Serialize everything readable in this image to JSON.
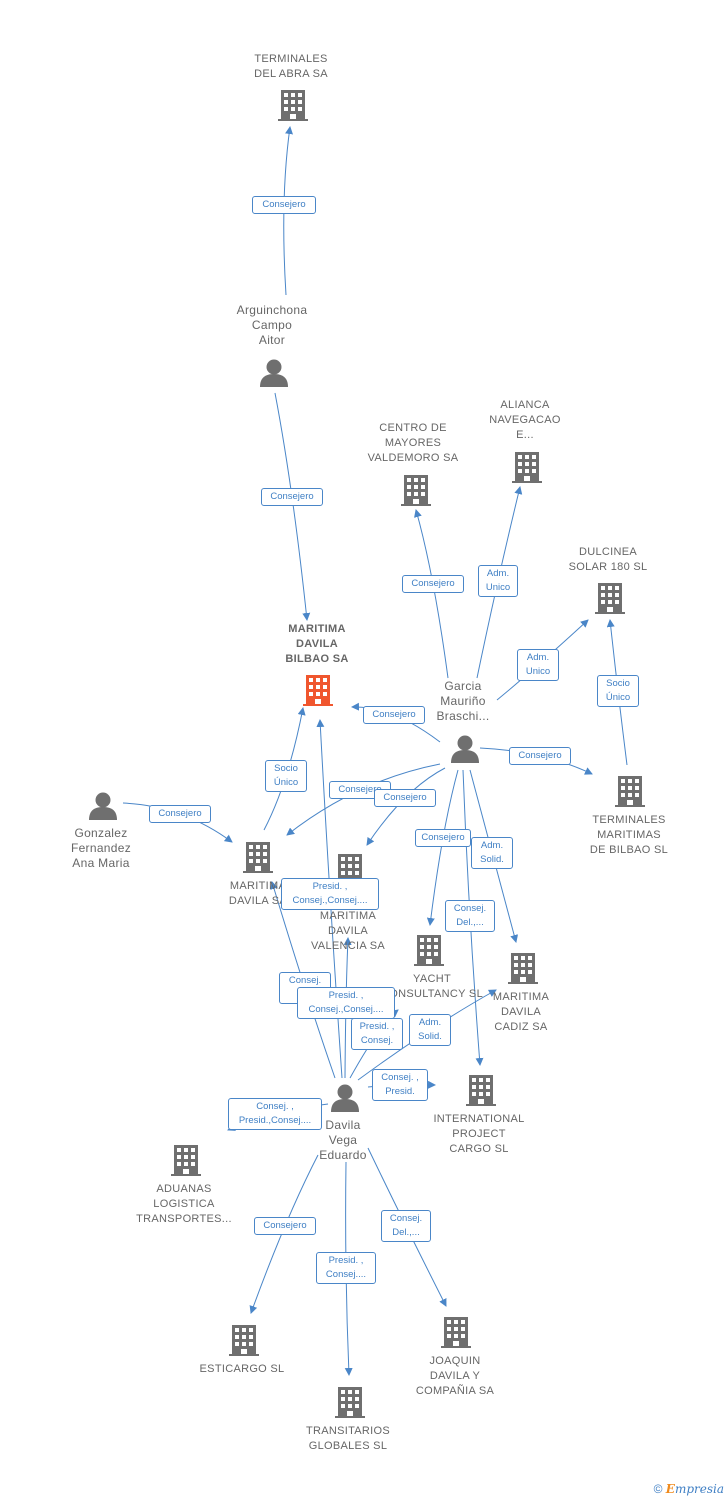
{
  "colors": {
    "company": "#6f6f6f",
    "focus": "#f0562e",
    "person": "#6f6f6f",
    "edge": "#4a86c8"
  },
  "nodes": {
    "terminales_abra": {
      "type": "company",
      "label": "TERMINALES\nDEL ABRA SA"
    },
    "arguinchona": {
      "type": "person",
      "label": "Arguinchona\nCampo\nAitor"
    },
    "centro_mayores": {
      "type": "company",
      "label": "CENTRO DE\nMAYORES\nVALDEMORO SA"
    },
    "alianca": {
      "type": "company",
      "label": "ALIANCA\nNAVEGACAO\nE..."
    },
    "dulcinea": {
      "type": "company",
      "label": "DULCINEA\nSOLAR 180 SL"
    },
    "maritima_bilbao": {
      "type": "focus",
      "label": "MARITIMA\nDAVILA\nBILBAO SA"
    },
    "garcia": {
      "type": "person",
      "label": "Garcia\nMauriño\nBraschi..."
    },
    "terminales_bilbao": {
      "type": "company",
      "label": "TERMINALES\nMARITIMAS\nDE BILBAO SL"
    },
    "gonzalez": {
      "type": "person",
      "label": "Gonzalez\nFernandez\nAna Maria"
    },
    "maritima_davila_sa": {
      "type": "company",
      "label": "MARITIMA\nDAVILA SA"
    },
    "maritima_valencia": {
      "type": "company",
      "label": "MARITIMA\nDAVILA\nVALENCIA SA"
    },
    "yacht": {
      "type": "company",
      "label": "YACHT\nCONSULTANCY SL"
    },
    "maritima_cadiz": {
      "type": "company",
      "label": "MARITIMA\nDAVILA\nCADIZ SA"
    },
    "international": {
      "type": "company",
      "label": "INTERNATIONAL\nPROJECT\nCARGO SL"
    },
    "davila": {
      "type": "person",
      "label": "Davila\nVega\nEduardo"
    },
    "aduanas": {
      "type": "company",
      "label": "ADUANAS\nLOGISTICA\nTRANSPORTES..."
    },
    "esticargo": {
      "type": "company",
      "label": "ESTICARGO SL"
    },
    "transitarios": {
      "type": "company",
      "label": "TRANSITARIOS\nGLOBALES SL"
    },
    "joaquin": {
      "type": "company",
      "label": "JOAQUIN\nDAVILA Y\nCOMPAÑIA SA"
    }
  },
  "edges": [
    {
      "from": "arguinchona",
      "to": "terminales_abra",
      "label": "Consejero"
    },
    {
      "from": "arguinchona",
      "to": "maritima_bilbao",
      "label": "Consejero"
    },
    {
      "from": "garcia",
      "to": "centro_mayores",
      "label": "Consejero"
    },
    {
      "from": "garcia",
      "to": "alianca",
      "label": "Adm.\nUnico"
    },
    {
      "from": "garcia",
      "to": "dulcinea",
      "label": "Adm.\nUnico"
    },
    {
      "from": "garcia",
      "to": "maritima_bilbao",
      "label": "Consejero"
    },
    {
      "from": "garcia",
      "to": "terminales_bilbao",
      "label": "Consejero"
    },
    {
      "from": "terminales_bilbao",
      "to": "dulcinea",
      "label": "Socio\nÚnico"
    },
    {
      "from": "garcia",
      "to": "maritima_davila_sa",
      "label": "Consejero"
    },
    {
      "from": "garcia",
      "to": "maritima_valencia",
      "label": "Consejero"
    },
    {
      "from": "garcia",
      "to": "yacht",
      "label": "Consejero"
    },
    {
      "from": "garcia",
      "to": "maritima_cadiz",
      "label": "Adm.\nSolid."
    },
    {
      "from": "garcia",
      "to": "international",
      "label": "Consej.\nDel.,..."
    },
    {
      "from": "maritima_davila_sa",
      "to": "maritima_bilbao",
      "label": "Socio\nÚnico"
    },
    {
      "from": "gonzalez",
      "to": "maritima_davila_sa",
      "label": "Consejero"
    },
    {
      "from": "davila",
      "to": "maritima_bilbao",
      "label": "Presid. ,\nConsej.,Consej...."
    },
    {
      "from": "davila",
      "to": "maritima_davila_sa",
      "label": "Consej.\nD..."
    },
    {
      "from": "davila",
      "to": "maritima_valencia",
      "label": "Presid. ,\nConsej.,Consej...."
    },
    {
      "from": "davila",
      "to": "yacht",
      "label": "Presid. ,\nConsej."
    },
    {
      "from": "davila",
      "to": "maritima_cadiz",
      "label": "Adm.\nSolid."
    },
    {
      "from": "davila",
      "to": "international",
      "label": "Consej. ,\nPresid."
    },
    {
      "from": "davila",
      "to": "aduanas",
      "label": "Consej. ,\nPresid.,Consej...."
    },
    {
      "from": "davila",
      "to": "esticargo",
      "label": "Consejero"
    },
    {
      "from": "davila",
      "to": "transitarios",
      "label": "Presid. ,\nConsej...."
    },
    {
      "from": "davila",
      "to": "joaquin",
      "label": "Consej.\nDel.,..."
    }
  ],
  "footer": {
    "copyright": "©",
    "brand_e": "E",
    "brand_rest": "mpresia"
  }
}
